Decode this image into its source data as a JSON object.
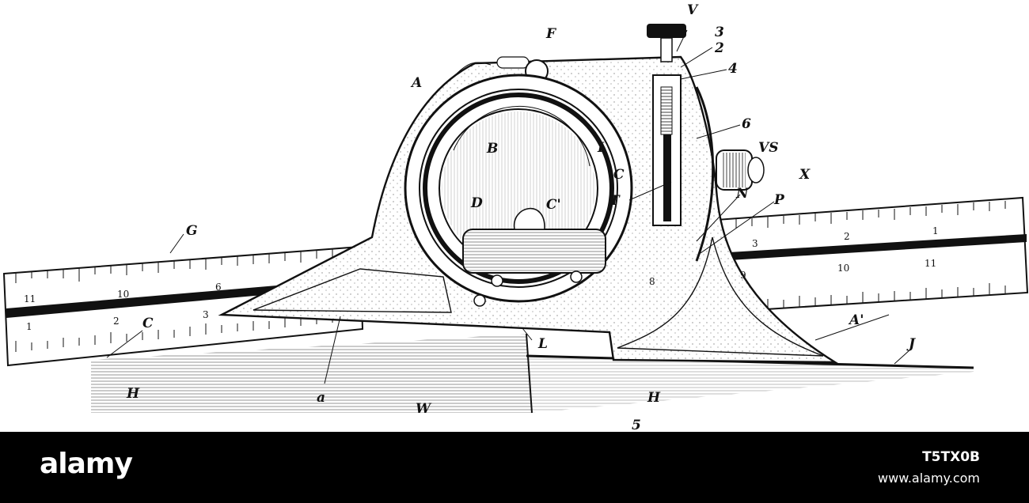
{
  "illustration": {
    "labels": {
      "F": "F",
      "V": "V",
      "n3": "3",
      "n2": "2",
      "n4": "4",
      "A": "A",
      "n6": "6",
      "B": "B",
      "I": "I",
      "C": "C",
      "Cprime": "C'",
      "D": "D",
      "T": "T",
      "VS": "VS",
      "X": "X",
      "N": "N",
      "P": "P",
      "G": "G",
      "Cmark": "C",
      "L": "L",
      "Aprime": "A'",
      "J": "J",
      "H": "H",
      "a": "a",
      "W": "W",
      "Hlower": "H",
      "n5": "5",
      "n8": "8",
      "n9": "9"
    },
    "left_rule_upper_numbers": [
      "11",
      "10",
      "6"
    ],
    "left_rule_lower_numbers": [
      "1",
      "2",
      "3"
    ],
    "right_rule_upper_numbers": [
      "3",
      "2",
      "1"
    ],
    "right_rule_lower_numbers": [
      "10",
      "11"
    ]
  },
  "footer": {
    "brand": "alamy",
    "image_id": "T5TX0B",
    "url": "www.alamy.com"
  },
  "colors": {
    "ink": "#111111",
    "footer_bg": "#000000",
    "footer_text": "#ffffff"
  }
}
